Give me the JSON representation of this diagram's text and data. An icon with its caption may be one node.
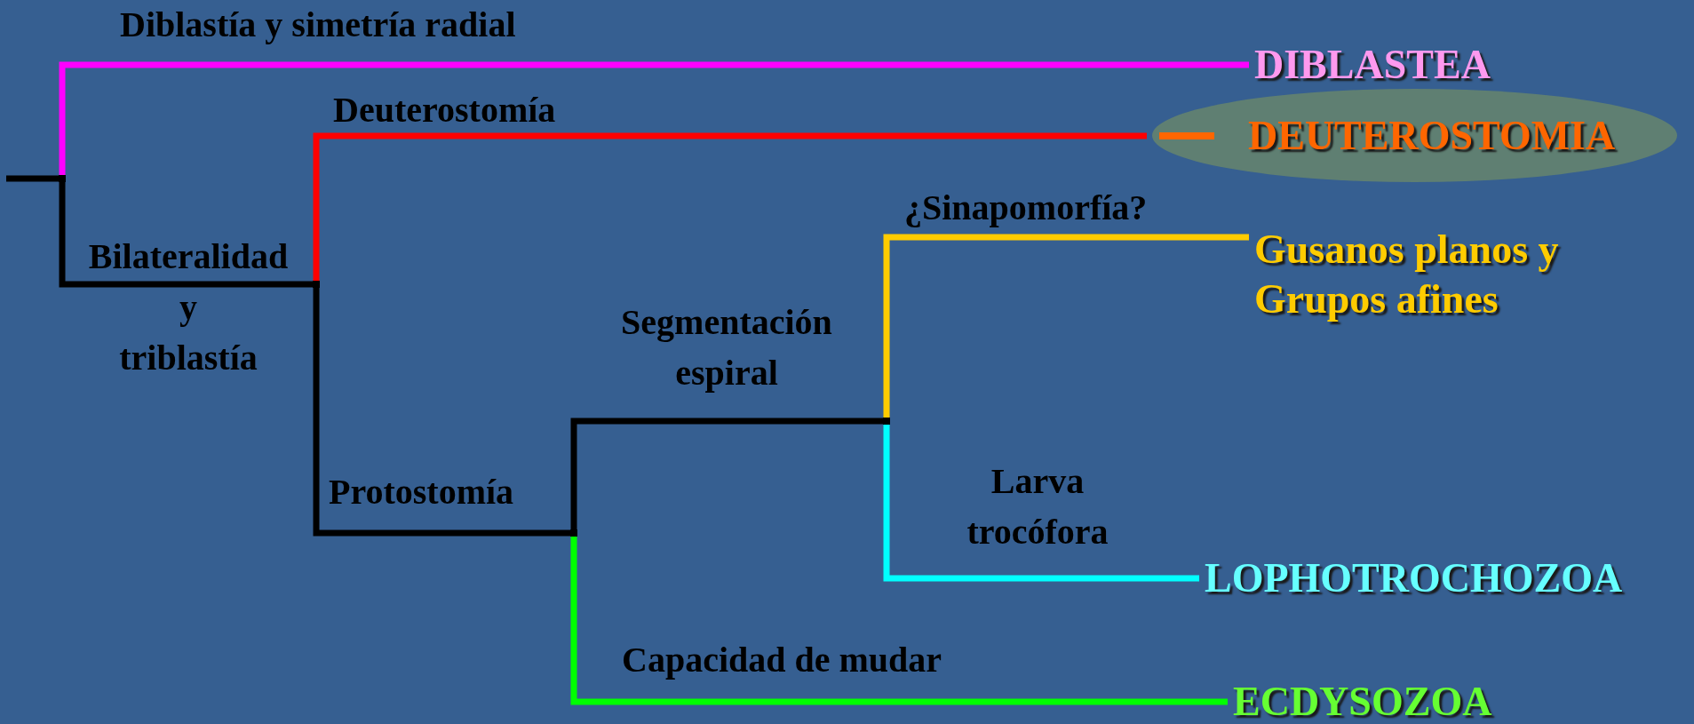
{
  "diagram": {
    "nodes": [
      {
        "text": [
          "DIBLASTEA"
        ]
      },
      {
        "text": [
          "DEUTEROSTOMIA"
        ]
      },
      {
        "text": [
          "Gusanos planos y Grupos afines"
        ]
      },
      {
        "text": [
          "LOPHOTROCHOZOA"
        ]
      },
      {
        "text": [
          "ECDYSOZOA"
        ]
      },
      {
        "text": [],
        "shape": "dot"
      },
      {
        "text": [],
        "shape": "dot"
      },
      {
        "text": [],
        "shape": "dot"
      },
      {
        "text": [],
        "shape": "dot"
      }
    ],
    "edges": [
      {
        "from": null,
        "to": 5,
        "arrow": "none"
      },
      {
        "from": 5,
        "to": 0,
        "arrow": "none",
        "label": "Diblastía y simetría radial",
        "color": "#ff00ff"
      },
      {
        "from": 5,
        "to": 6,
        "arrow": "none",
        "label": "Bilateralidad y triblastía"
      },
      {
        "from": 6,
        "to": 1,
        "arrow": "none",
        "label": "Deuterostomía",
        "color": "#ff0000"
      },
      {
        "from": 6,
        "to": 7,
        "arrow": "none",
        "label": "Protostomía"
      },
      {
        "from": 7,
        "to": 8,
        "arrow": "none",
        "label": "Segmentación espiral"
      },
      {
        "from": 8,
        "to": 2,
        "arrow": "none",
        "label": "¿Sinapomorfía?",
        "color": "#ffcc00"
      },
      {
        "from": 8,
        "to": 3,
        "arrow": "none",
        "label": "Larva trocófora",
        "color": "#00ffff"
      },
      {
        "from": 7,
        "to": 4,
        "arrow": "none",
        "label": "Capacidad de mudar",
        "color": "#00ff00"
      }
    ]
  }
}
